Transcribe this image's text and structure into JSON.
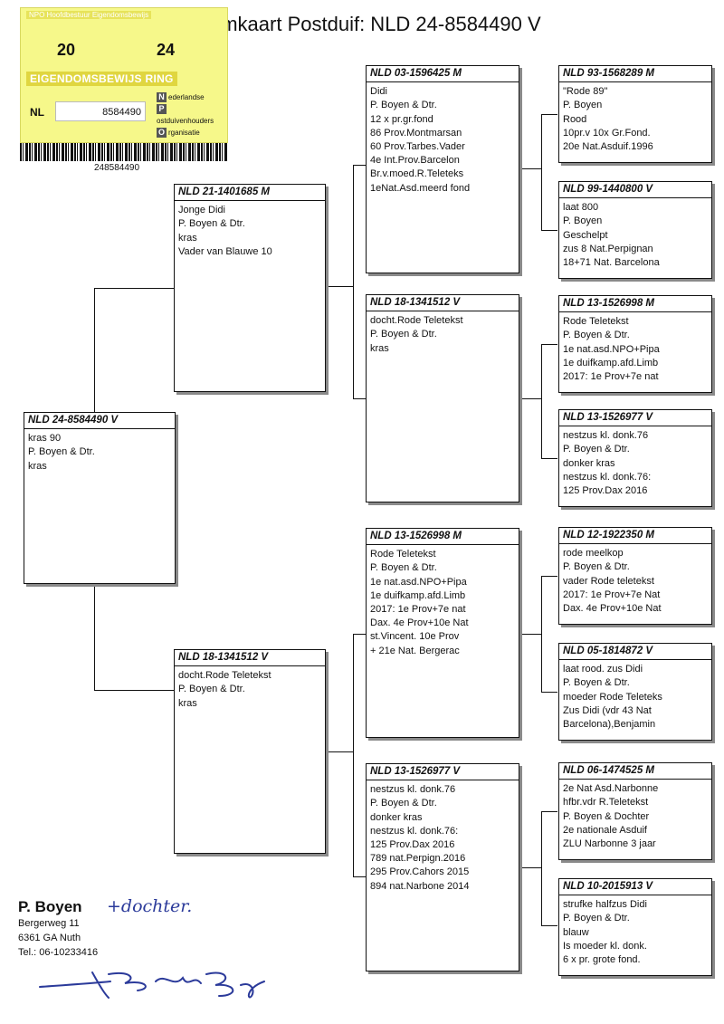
{
  "page": {
    "title": "amkaart Postduif: NLD 24-8584490 V"
  },
  "sticker": {
    "top_text": "NPO Hoofdbestuur Eigendomsbewijs",
    "year_left": "20",
    "year_right": "24",
    "band": "EIGENDOMSBEWIJS RING",
    "country": "NL",
    "ring_number": "8584490",
    "npo_lines": [
      {
        "letter": "N",
        "text": "ederlandse"
      },
      {
        "letter": "P",
        "text": "ostduivenhouders"
      },
      {
        "letter": "O",
        "text": "rganisatie"
      }
    ],
    "barcode_number": "248584490"
  },
  "pedigree": {
    "g0": {
      "ring": "NLD 24-8584490 V",
      "lines": [
        "kras 90",
        "P. Boyen & Dtr.",
        "kras"
      ]
    },
    "g1_father": {
      "ring": "NLD 21-1401685 M",
      "lines": [
        "Jonge Didi",
        "P. Boyen & Dtr.",
        "kras",
        "Vader van Blauwe 10"
      ]
    },
    "g1_mother": {
      "ring": "NLD 18-1341512 V",
      "lines": [
        "docht.Rode Teletekst",
        "P. Boyen & Dtr.",
        "kras"
      ]
    },
    "g2_ff": {
      "ring": "NLD 03-1596425 M",
      "lines": [
        " Didi",
        "P. Boyen & Dtr.",
        "12 x pr.gr.fond",
        "86 Prov.Montmarsan",
        "60 Prov.Tarbes.Vader",
        "4e Int.Prov.Barcelon",
        "Br.v.moed.R.Teleteks",
        "1eNat.Asd.meerd fond"
      ]
    },
    "g2_fm": {
      "ring": "NLD 18-1341512 V",
      "lines": [
        "docht.Rode Teletekst",
        "P. Boyen & Dtr.",
        "kras"
      ]
    },
    "g2_mf": {
      "ring": "NLD 13-1526998 M",
      "lines": [
        "Rode Teletekst",
        "P. Boyen & Dtr.",
        "1e nat.asd.NPO+Pipa",
        "1e duifkamp.afd.Limb",
        "2017: 1e Prov+7e nat",
        "Dax. 4e Prov+10e Nat",
        "st.Vincent. 10e Prov",
        "+ 21e Nat. Bergerac"
      ]
    },
    "g2_mm": {
      "ring": "NLD 13-1526977 V",
      "lines": [
        "nestzus kl. donk.76",
        "P. Boyen & Dtr.",
        "donker kras",
        "nestzus kl. donk.76:",
        "125 Prov.Dax 2016",
        "789 nat.Perpign.2016",
        "295 Prov.Cahors 2015",
        "894 nat.Narbone 2014"
      ]
    },
    "g3": [
      {
        "ring": "NLD 93-1568289 M",
        "lines": [
          "\"Rode 89\"",
          "P. Boyen",
          "Rood",
          "10pr.v 10x Gr.Fond.",
          "20e Nat.Asduif.1996"
        ]
      },
      {
        "ring": "NLD 99-1440800 V",
        "lines": [
          "laat 800",
          "P. Boyen",
          "Geschelpt",
          "zus 8 Nat.Perpignan",
          "18+71 Nat. Barcelona"
        ]
      },
      {
        "ring": "NLD 13-1526998 M",
        "lines": [
          "Rode Teletekst",
          "P. Boyen & Dtr.",
          "1e nat.asd.NPO+Pipa",
          "1e duifkamp.afd.Limb",
          "2017: 1e Prov+7e nat"
        ]
      },
      {
        "ring": "NLD 13-1526977 V",
        "lines": [
          "nestzus kl. donk.76",
          "P. Boyen & Dtr.",
          "donker kras",
          "nestzus kl. donk.76:",
          "125 Prov.Dax 2016"
        ]
      },
      {
        "ring": "NLD 12-1922350 M",
        "lines": [
          "rode meelkop",
          "P. Boyen & Dtr.",
          "vader Rode teletekst",
          "2017: 1e Prov+7e Nat",
          "Dax. 4e Prov+10e Nat"
        ]
      },
      {
        "ring": "NLD 05-1814872 V",
        "lines": [
          "laat rood. zus Didi",
          "P. Boyen & Dtr.",
          "moeder Rode Teleteks",
          "Zus Didi (vdr 43 Nat",
          "Barcelona),Benjamin"
        ]
      },
      {
        "ring": "NLD 06-1474525 M",
        "lines": [
          "2e Nat Asd.Narbonne",
          "hfbr.vdr R.Teletekst",
          "P. Boyen & Dochter",
          "2e nationale Asduif",
          "ZLU Narbonne 3 jaar"
        ]
      },
      {
        "ring": "NLD 10-2015913 V",
        "lines": [
          "strufke halfzus Didi",
          "P. Boyen & Dtr.",
          "blauw",
          "Is moeder kl. donk.",
          "6 x pr. grote fond."
        ]
      }
    ]
  },
  "owner": {
    "name": "P. Boyen",
    "handwritten_addition": "+dochter.",
    "street": "Bergerweg 11",
    "city": "6361 GA  Nuth",
    "phone": "Tel.: 06-10233416"
  },
  "colors": {
    "sticker_yellow": "#f6f88a",
    "signature_ink": "#2b3a9a"
  }
}
